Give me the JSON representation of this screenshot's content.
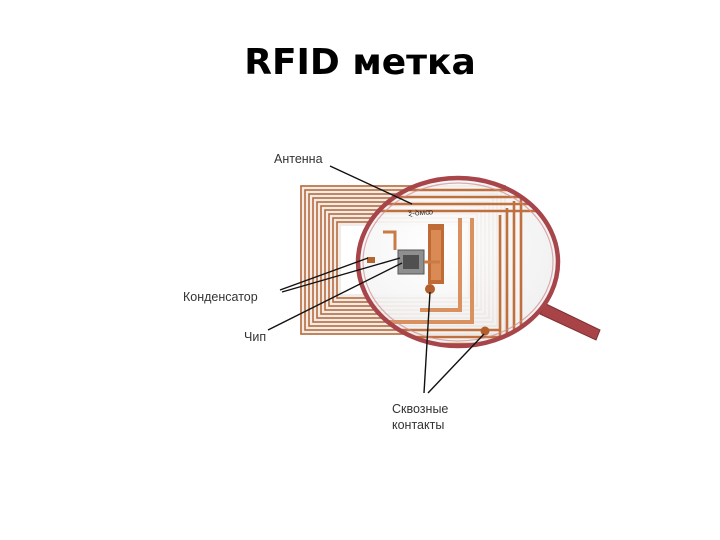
{
  "slide": {
    "title": "RFID метка"
  },
  "diagram": {
    "labels": {
      "antenna": "Антенна",
      "capacitor": "Конденсатор",
      "chip": "Чип",
      "vias_line1": "Сквозные",
      "vias_line2": "контакты"
    },
    "chip_marking": "Ⲝ-ꝺᴍꝏ",
    "colors": {
      "coil": "#b86a3c",
      "coil_light": "#d89a6e",
      "lens_rim": "#a8454a",
      "handle": "#a84448",
      "leader": "#111111"
    }
  }
}
